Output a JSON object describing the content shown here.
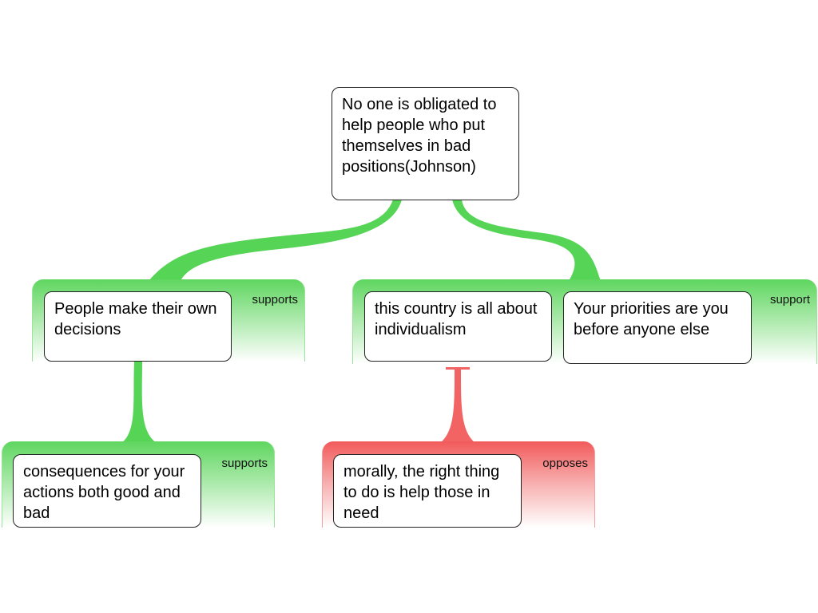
{
  "root": {
    "text": "No one is obligated to help people who put themselves in bad positions(Johnson)"
  },
  "groups": [
    {
      "tag": "supports",
      "stance": "support",
      "claims": [
        {
          "text": "People make their own decisions"
        }
      ]
    },
    {
      "tag": "support",
      "stance": "support",
      "claims": [
        {
          "text": "this country is all about individualism"
        },
        {
          "text": "Your priorities are you before anyone else"
        }
      ]
    },
    {
      "tag": "supports",
      "stance": "support",
      "claims": [
        {
          "text": "consequences for your actions both good and bad"
        }
      ]
    },
    {
      "tag": "opposes",
      "stance": "oppose",
      "claims": [
        {
          "text": "morally, the right thing to do is help those in need"
        }
      ]
    }
  ],
  "colors": {
    "support": "#55d455",
    "oppose": "#f26464"
  }
}
